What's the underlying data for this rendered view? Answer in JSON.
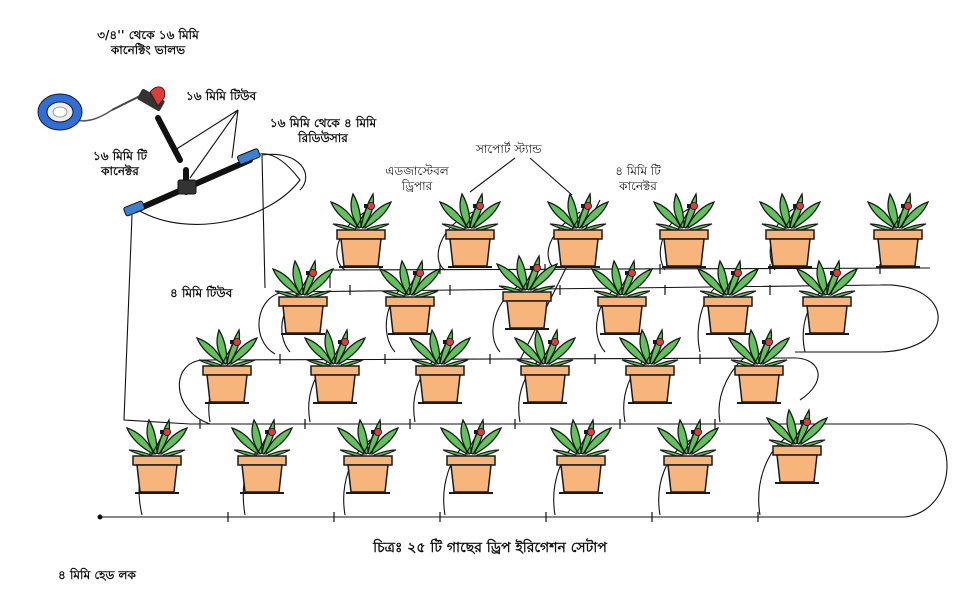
{
  "labels": {
    "valve": [
      "৩/৪'' থেকে ১৬ মিমি",
      "কানেক্টিং ভালভ"
    ],
    "tube16": "১৬ মিমি টিউব",
    "reducer": [
      "১৬ মিমি থেকে ৪ মিমি",
      "রিডিউসার"
    ],
    "tee16": [
      "১৬ মিমি টি",
      "কানেক্টর"
    ],
    "support_stand": "সাপোর্ট স্ট্যান্ড",
    "dripper": [
      "এডজাস্টেবল",
      "ড্রিপার"
    ],
    "tee4": [
      "৪ মিমি টি",
      "কানেক্টর"
    ],
    "tube4": "৪ মিমি টিউব",
    "end_lock": "৪ মিমি হেড লক"
  },
  "caption": "চিত্রঃ ২৫ টি গাছের ড্রিপ ইরিগেশন সেটাপ",
  "colors": {
    "pot": "#f7b57b",
    "pot_outline": "#1a1a1a",
    "leaf": "#5fc35a",
    "dripper": "#e03b3b",
    "tube": "#111111",
    "connector": "#3a7fd0",
    "tape": "#2e6ed8"
  },
  "icons": [
    "teflon-tape-icon",
    "valve-icon",
    "tee-connector-icon",
    "reducer-icon",
    "potted-plant-icon",
    "dripper-icon"
  ],
  "plant_count": 25
}
